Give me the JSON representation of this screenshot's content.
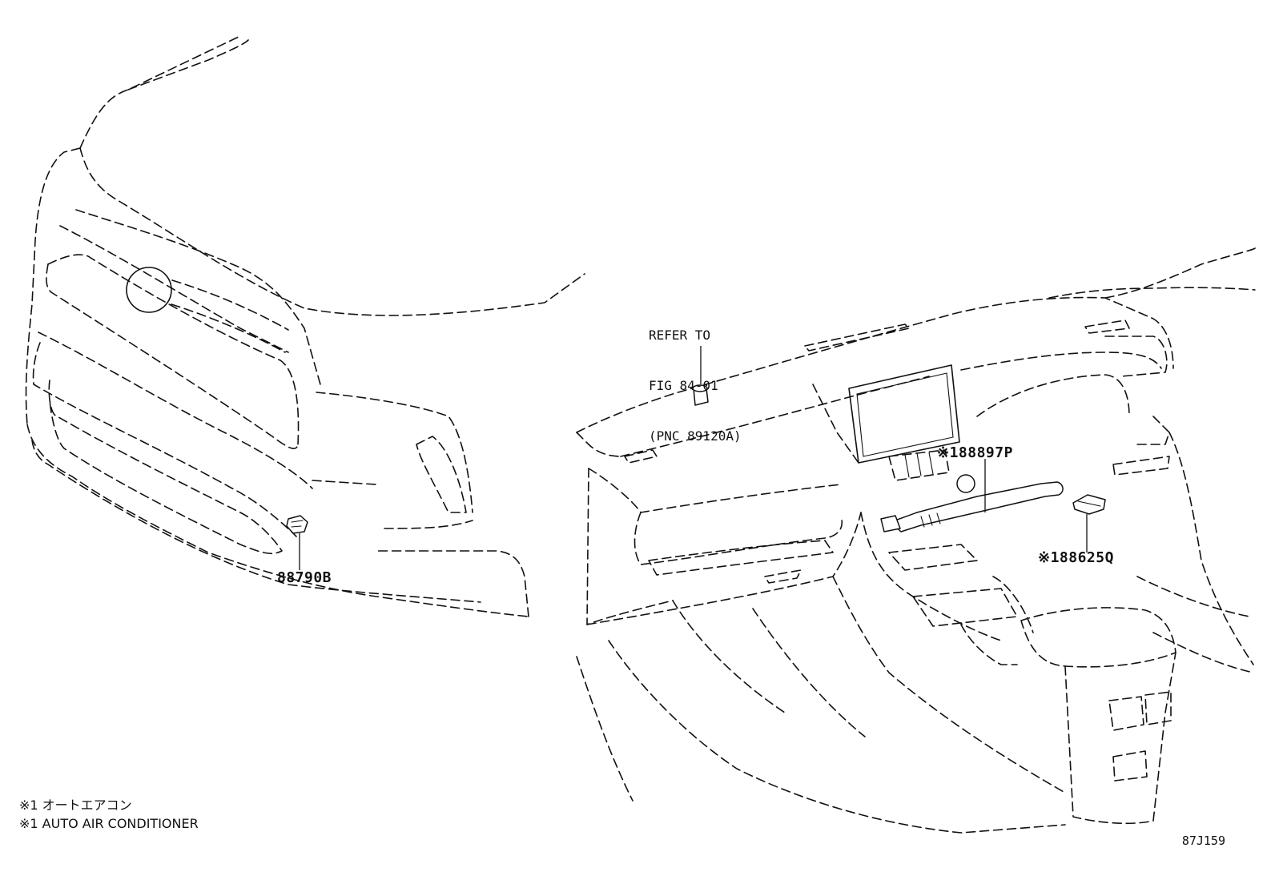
{
  "reference_note": [
    "REFER TO",
    "FIG 84-01",
    "(PNC 89120A)"
  ],
  "callouts": {
    "sensor_ambient": "88790B",
    "aspirator": "※188897P",
    "solar_sensor": "※188625Q"
  },
  "legend": [
    "※1 オートエアコン",
    "※1 AUTO AIR CONDITIONER"
  ],
  "figure_code": "87J159"
}
